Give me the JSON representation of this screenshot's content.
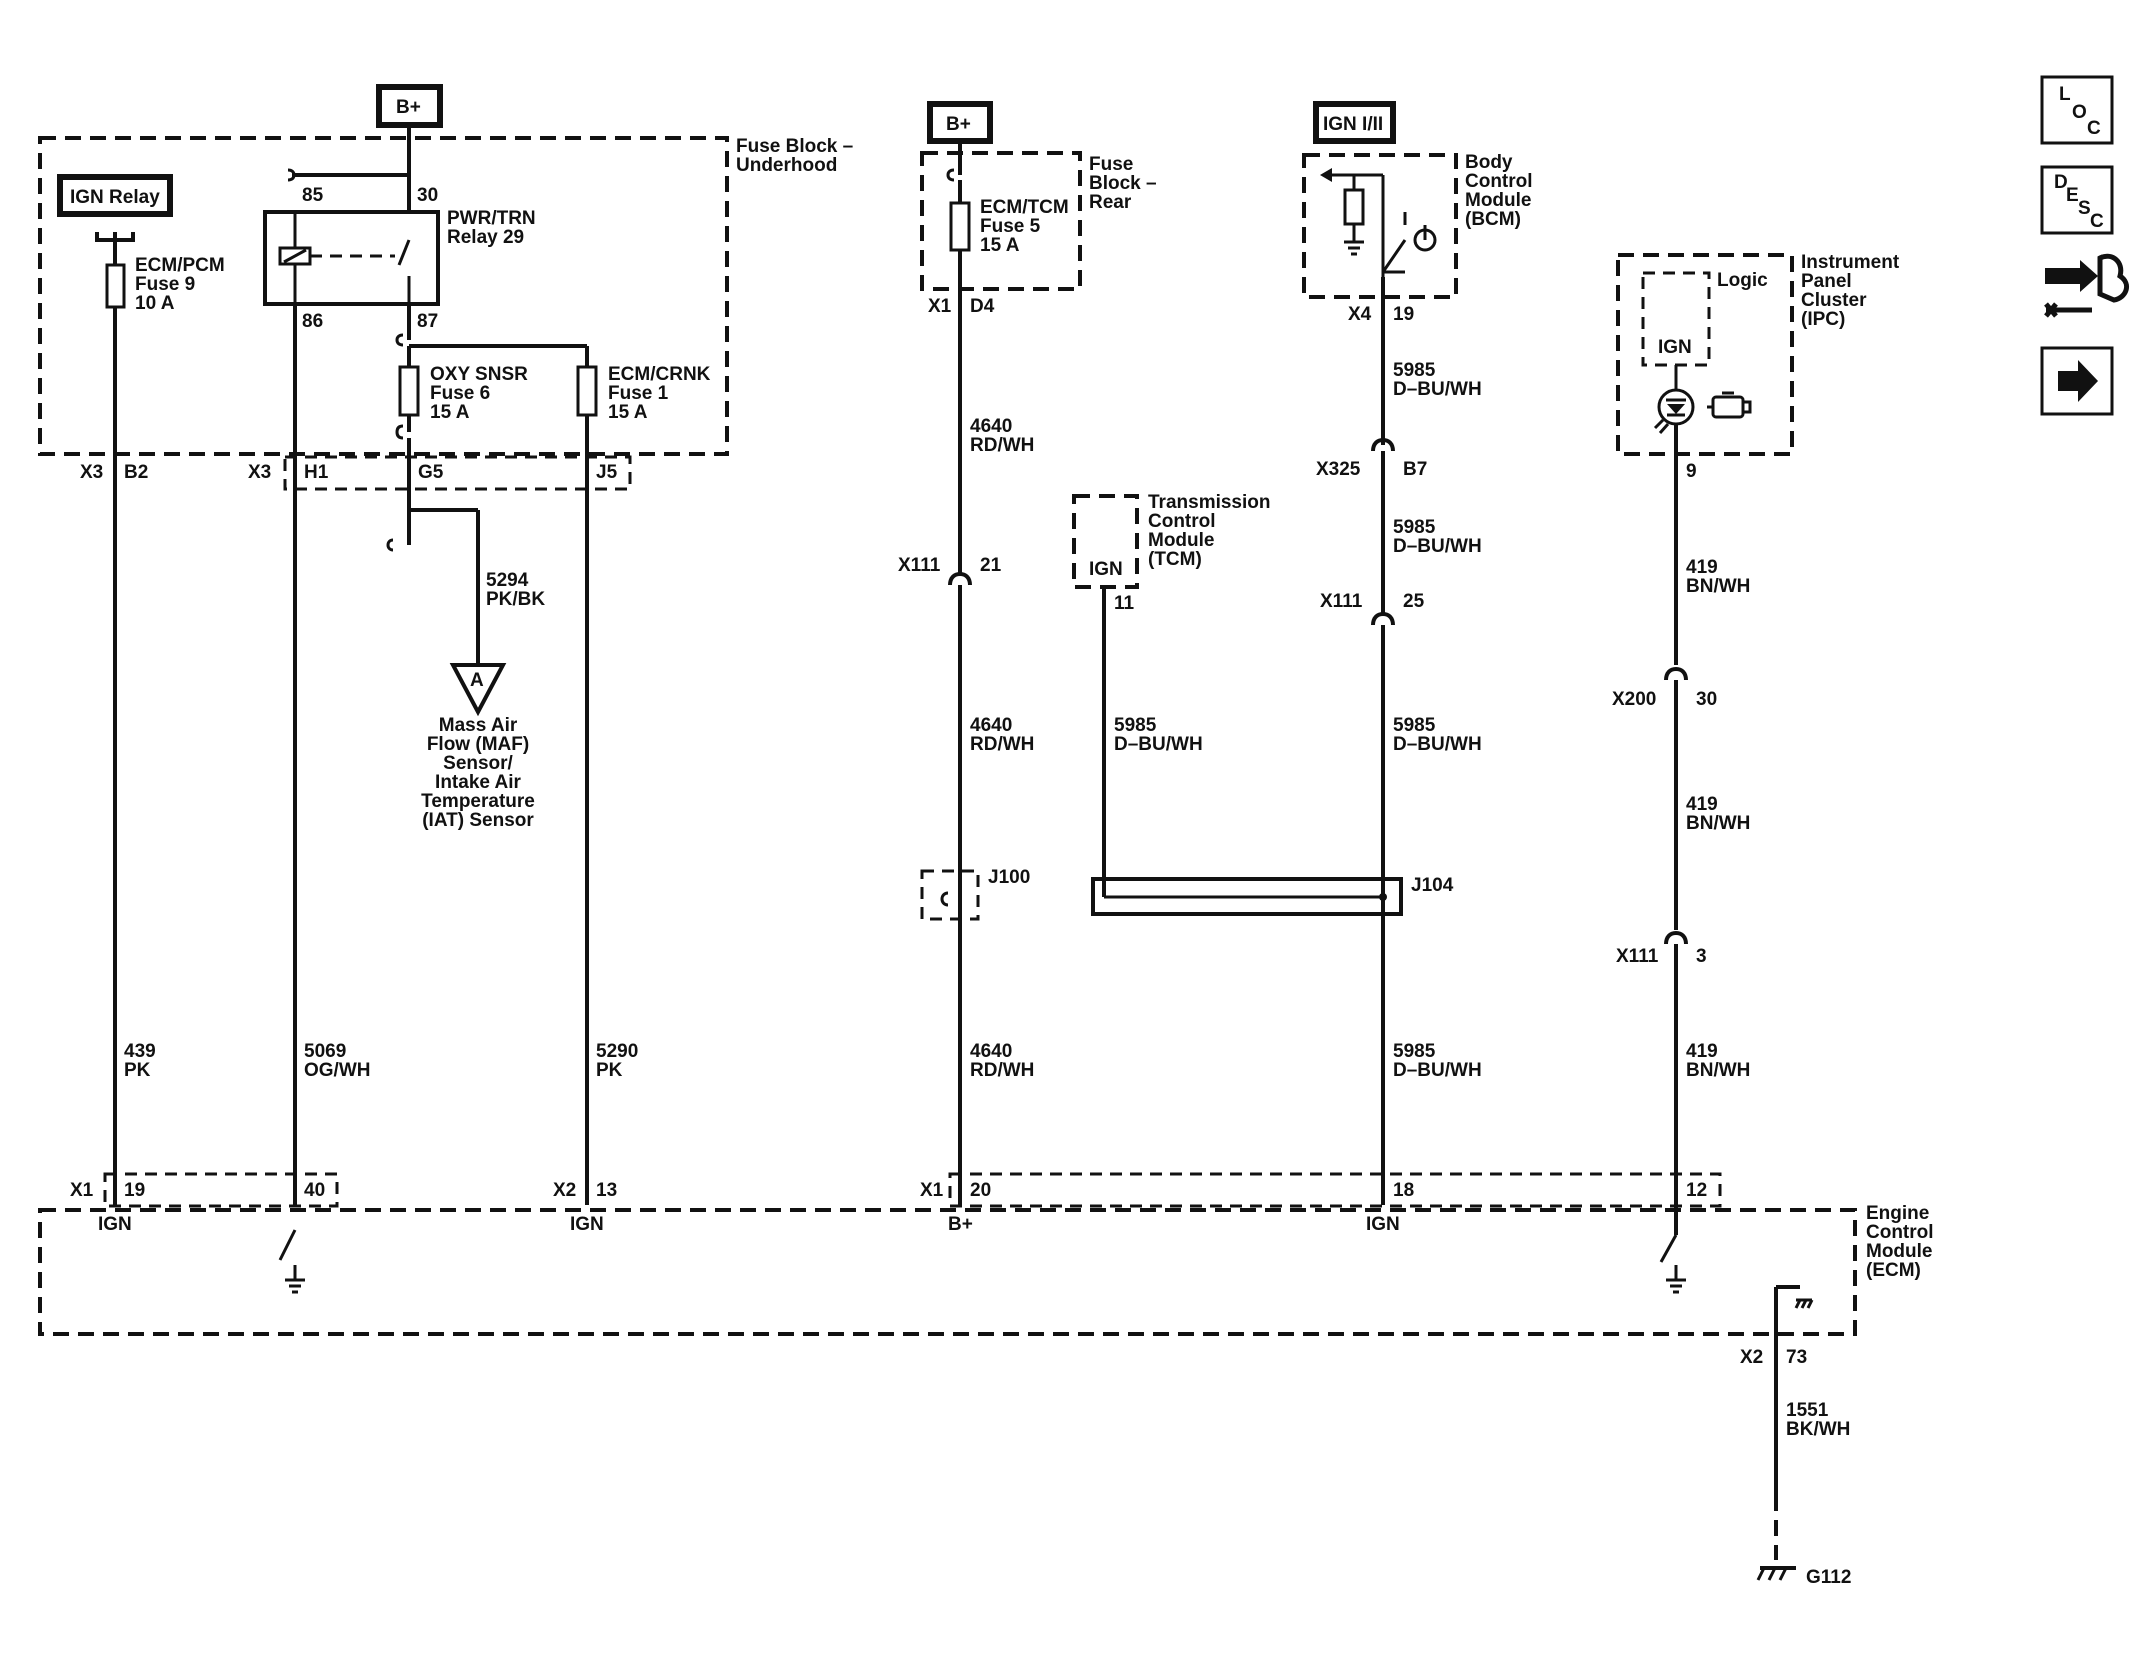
{
  "sources": {
    "bplus_underhood": "B+",
    "bplus_rear": "B+",
    "ign_bcm": "IGN I/II",
    "ign_relay": "IGN Relay"
  },
  "fuse_block_underhood": {
    "title": [
      "Fuse Block –",
      "Underhood"
    ],
    "fuse9": [
      "ECM/PCM",
      "Fuse 9",
      "10 A"
    ],
    "relay": [
      "PWR/TRN",
      "Relay 29"
    ],
    "pin85": "85",
    "pin30": "30",
    "pin86": "86",
    "pin87": "87",
    "fuse6": [
      "OXY SNSR",
      "Fuse 6",
      "15 A"
    ],
    "fuse1": [
      "ECM/CRNK",
      "Fuse 1",
      "15 A"
    ]
  },
  "fuse_block_rear": {
    "title": [
      "Fuse",
      "Block –",
      "Rear"
    ],
    "fuse5": [
      "ECM/TCM",
      "Fuse 5",
      "15 A"
    ]
  },
  "bcm": {
    "title": [
      "Body",
      "Control",
      "Module",
      "(BCM)"
    ]
  },
  "tcm": {
    "title": [
      "Transmission",
      "Control",
      "Module",
      "(TCM)"
    ],
    "ign": "IGN",
    "pin": "11"
  },
  "ipc": {
    "title": [
      "Instrument",
      "Panel",
      "Cluster",
      "(IPC)"
    ],
    "logic": "Logic",
    "ign": "IGN",
    "pin": "9"
  },
  "ecm": {
    "title": [
      "Engine",
      "Control",
      "Module",
      "(ECM)"
    ]
  },
  "connectors": {
    "x3": "X3",
    "b2": "B2",
    "x3b": "X3",
    "h1": "H1",
    "g5": "G5",
    "j5": "J5",
    "x1_d4": "X1",
    "d4": "D4",
    "x4": "X4",
    "x4_pin": "19",
    "x325": "X325",
    "b7": "B7",
    "x111_a": "X111",
    "x111_a_pin": "21",
    "x111_b": "X111",
    "x111_b_pin": "25",
    "x200": "X200",
    "x200_pin": "30",
    "x111_c": "X111",
    "x111_c_pin": "3",
    "x1_ecm": "X1",
    "p19": "19",
    "p40": "40",
    "x2_ecm": "X2",
    "p13": "13",
    "x1_ecm_b": "X1",
    "p20": "20",
    "p18": "18",
    "p12": "12",
    "x2_gnd": "X2",
    "p73": "73"
  },
  "wires": {
    "w439": [
      "439",
      "PK"
    ],
    "w5069": [
      "5069",
      "OG/WH"
    ],
    "w5290": [
      "5290",
      "PK"
    ],
    "w5294": [
      "5294",
      "PK/BK"
    ],
    "w4640_a": [
      "4640",
      "RD/WH"
    ],
    "w4640_b": [
      "4640",
      "RD/WH"
    ],
    "w4640_c": [
      "4640",
      "RD/WH"
    ],
    "w5985_a": [
      "5985",
      "D–BU/WH"
    ],
    "w5985_b": [
      "5985",
      "D–BU/WH"
    ],
    "w5985_c": [
      "5985",
      "D–BU/WH"
    ],
    "w5985_d": [
      "5985",
      "D–BU/WH"
    ],
    "w5985_tcm": [
      "5985",
      "D–BU/WH"
    ],
    "w419_a": [
      "419",
      "BN/WH"
    ],
    "w419_b": [
      "419",
      "BN/WH"
    ],
    "w419_c": [
      "419",
      "BN/WH"
    ],
    "w1551": [
      "1551",
      "BK/WH"
    ]
  },
  "splices": {
    "j100": "J100",
    "j104": "J104"
  },
  "maf": {
    "letter": "A",
    "label": [
      "Mass Air",
      "Flow (MAF)",
      "Sensor/",
      "Intake Air",
      "Temperature",
      "(IAT) Sensor"
    ]
  },
  "ecm_pins": {
    "ign1": "IGN",
    "ign2": "IGN",
    "bplus": "B+",
    "ign3": "IGN"
  },
  "ground": {
    "g112": "G112"
  },
  "nav": {
    "loc": [
      "L",
      "O",
      "C"
    ],
    "desc": [
      "D",
      "E",
      "S",
      "C"
    ]
  }
}
